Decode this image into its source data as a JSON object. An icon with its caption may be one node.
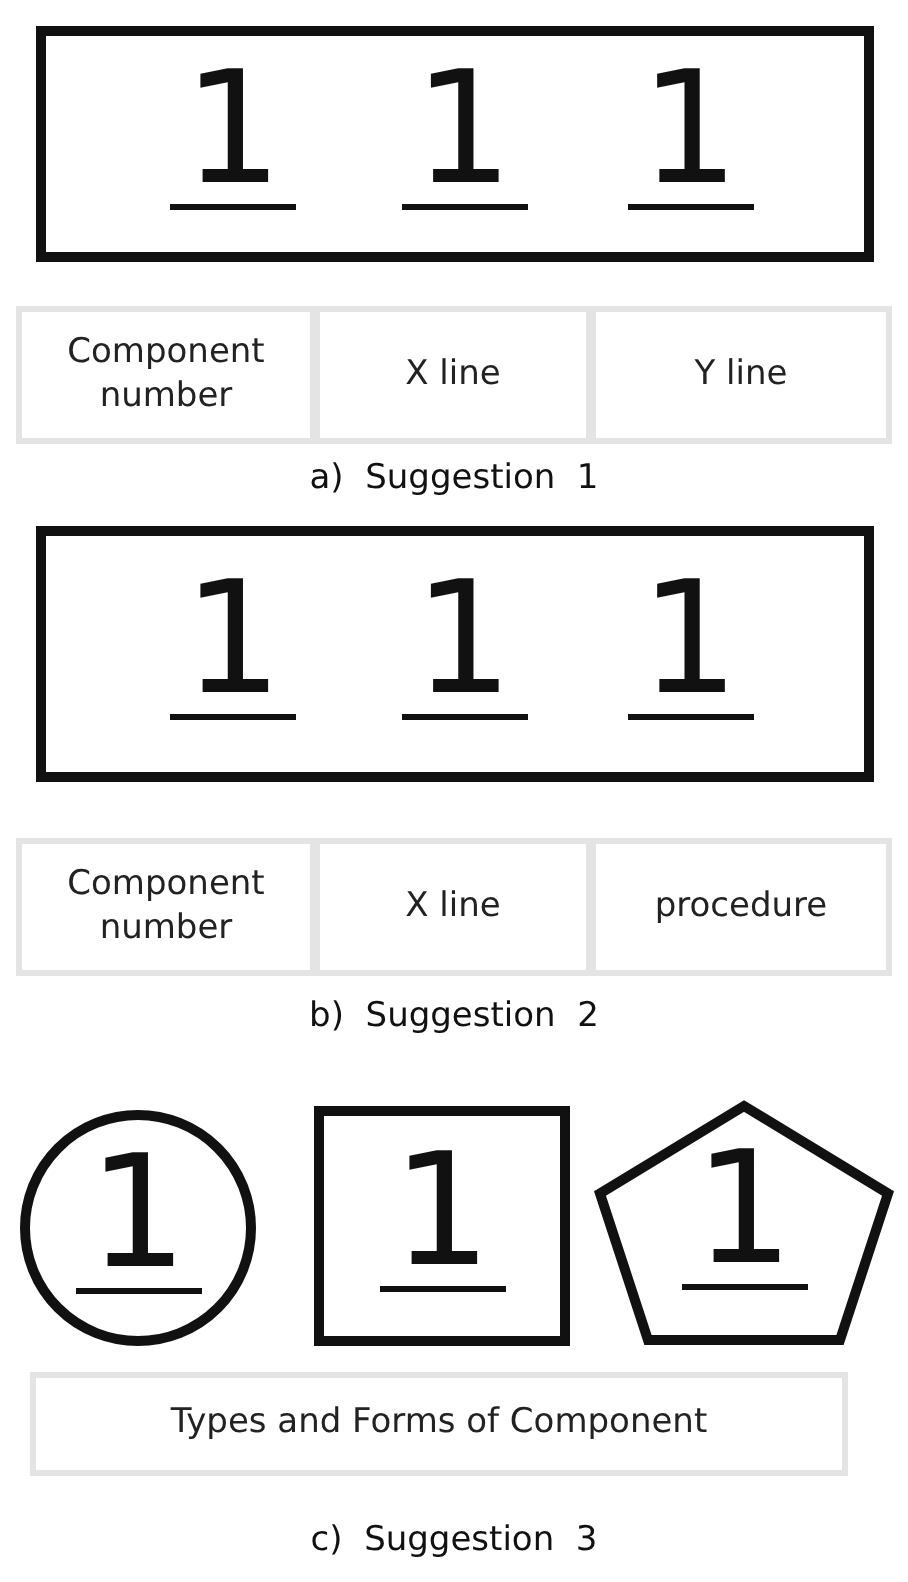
{
  "diagram": {
    "nodes": [
      {
        "text": [
          "1",
          "1",
          "1"
        ]
      },
      {
        "text": [
          "Component number"
        ]
      },
      {
        "text": [
          "X line"
        ]
      },
      {
        "text": [
          "Y line"
        ]
      },
      {
        "text": [
          "1",
          "1",
          "1"
        ]
      },
      {
        "text": [
          "Component number"
        ]
      },
      {
        "text": [
          "X line"
        ]
      },
      {
        "text": [
          "procedure"
        ]
      },
      {
        "text": [
          "1"
        ]
      },
      {
        "text": [
          "1"
        ]
      },
      {
        "text": [
          "1"
        ]
      },
      {
        "text": [
          "Types and Forms of Component"
        ]
      }
    ],
    "labels": [
      "a)  Suggestion  1",
      "b)  Suggestion  2",
      "c)  Suggestion  3"
    ]
  }
}
